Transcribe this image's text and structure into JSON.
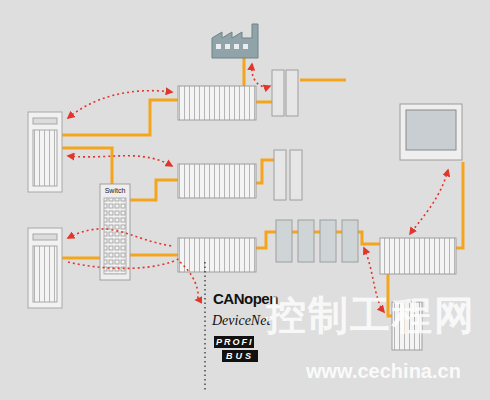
{
  "diagram": {
    "nodes": [
      {
        "text": [
          "Switch"
        ]
      }
    ],
    "labels": [
      "CANopen",
      "DeviceNet",
      "PROFI",
      "BUS",
      "控制工程网",
      "www.cechina.cn"
    ]
  }
}
